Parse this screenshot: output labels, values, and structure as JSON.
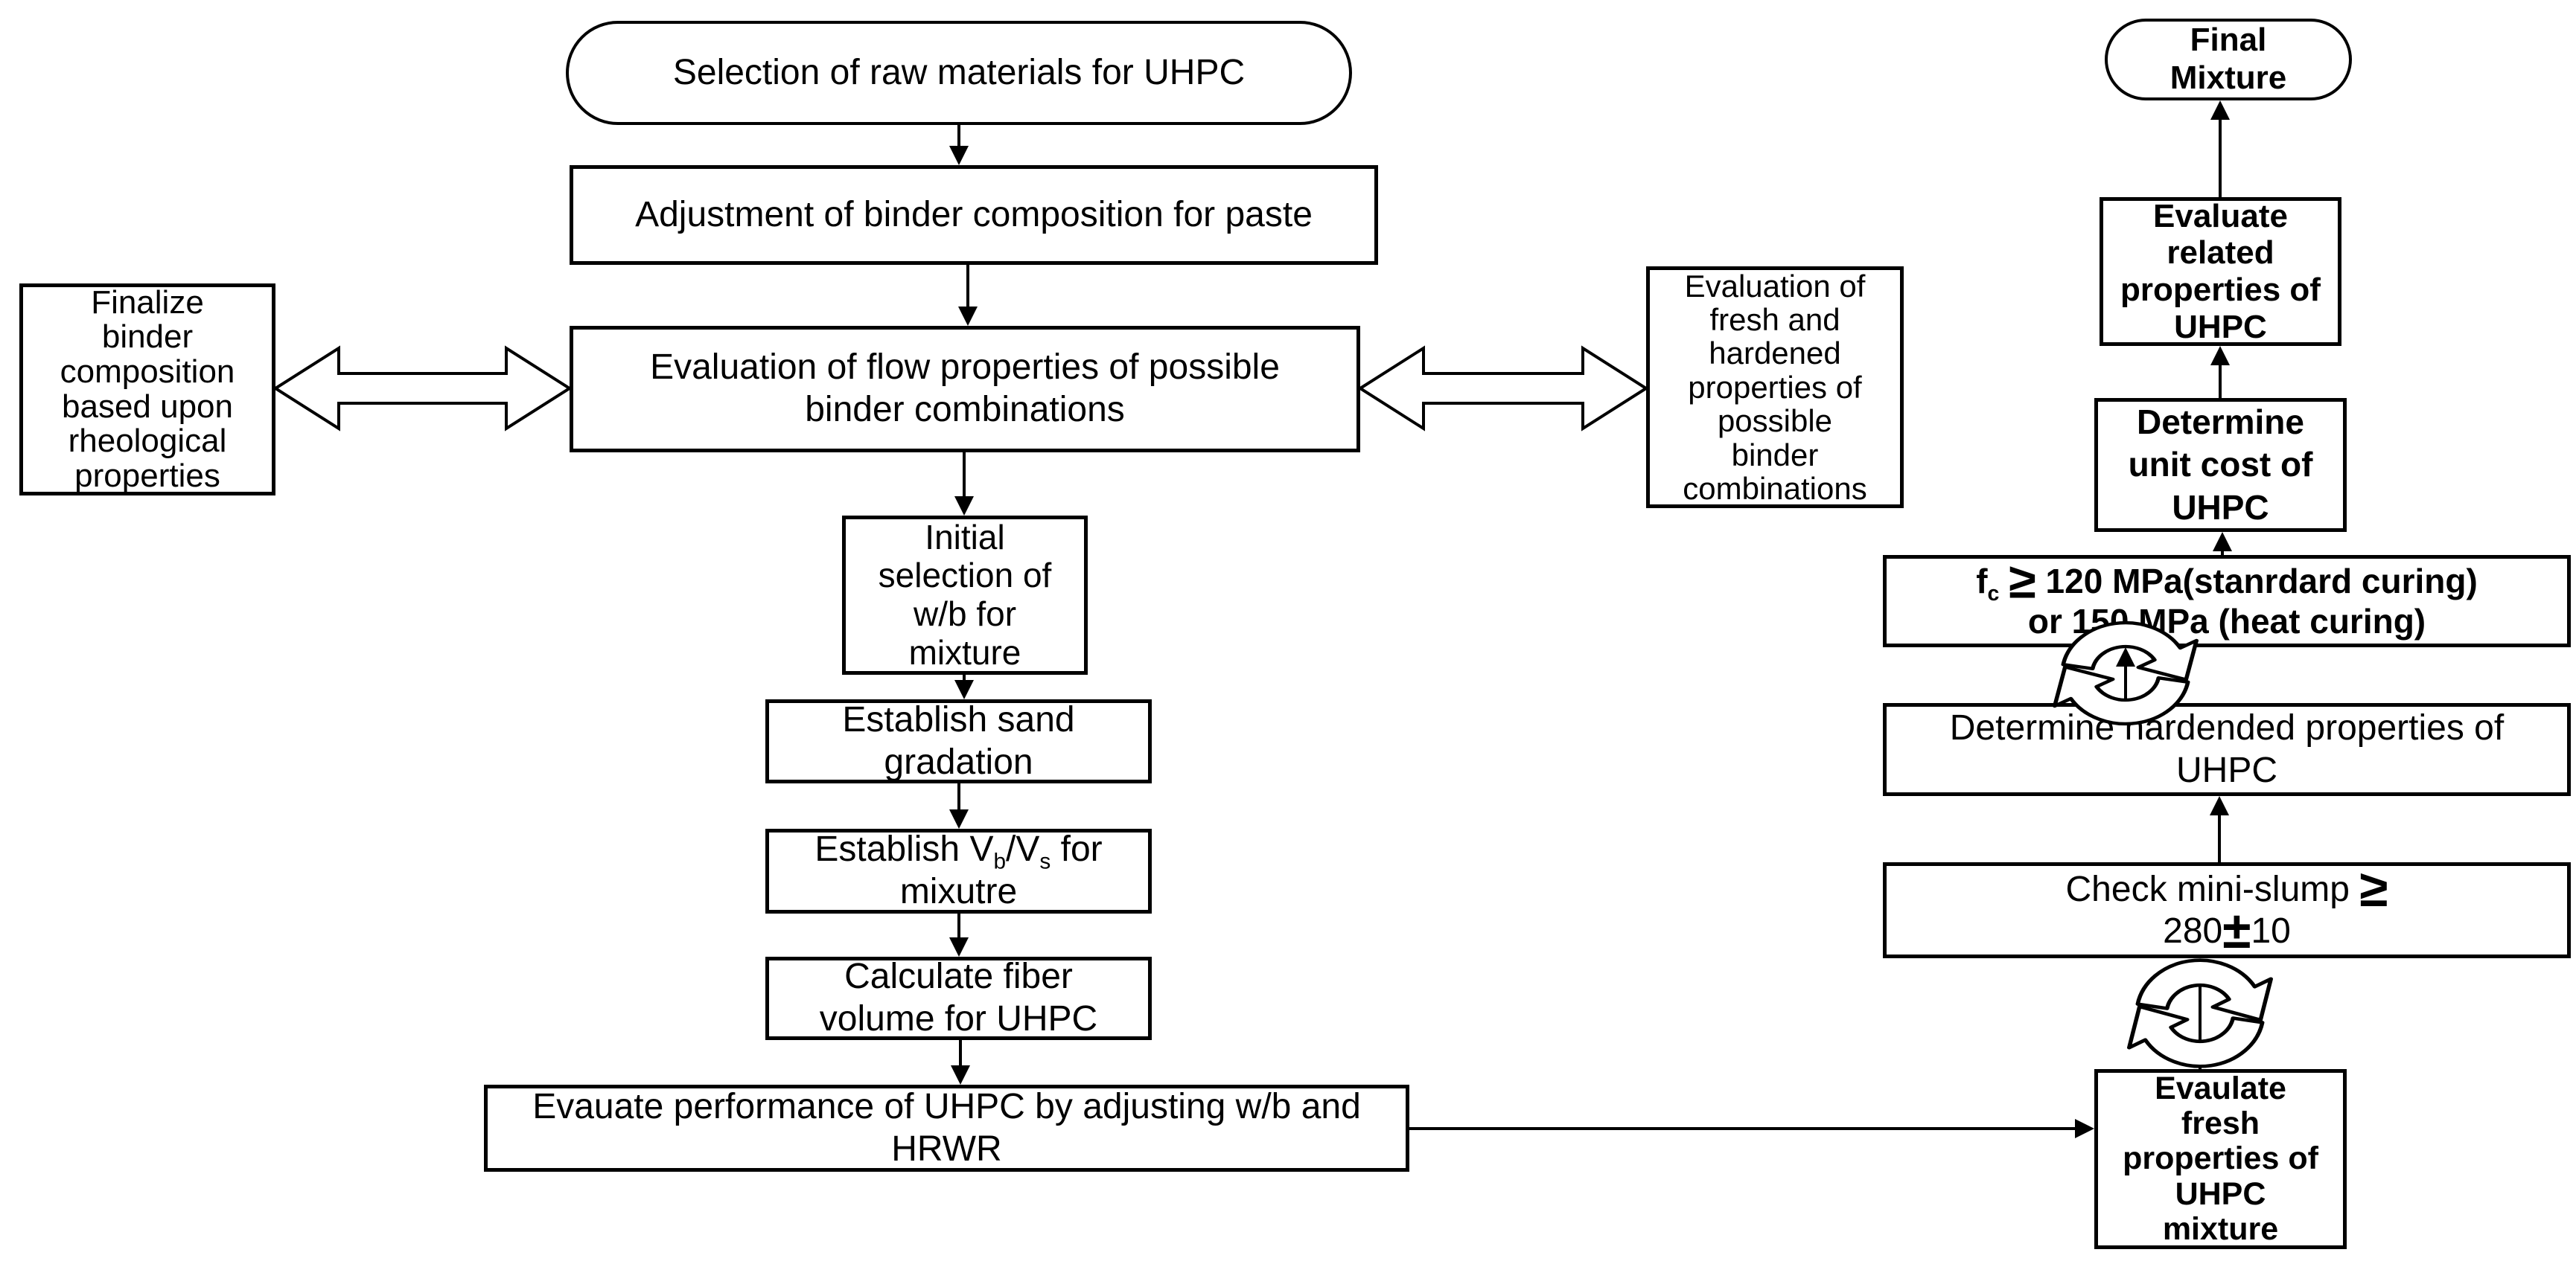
{
  "nodes": {
    "selection_raw": {
      "text": "Selection of raw materials for UHPC"
    },
    "adjustment": {
      "text": "Adjustment of binder composition for paste"
    },
    "flow_eval": {
      "text": "Evaluation of flow properties of possible\nbinder combinations"
    },
    "finalize_binder": {
      "text": "Finalize\nbinder\ncomposition\nbased upon\nrheological\nproperties"
    },
    "fresh_hardened": {
      "text": "Evaluation of\nfresh and\nhardened\nproperties of\npossible\nbinder\ncombinations"
    },
    "initial_wb": {
      "text": "Initial\nselection of\nw/b for\nmixture"
    },
    "sand_gradation": {
      "text": "Establish sand\ngradation"
    },
    "vb_vs": {
      "text": "Establish V_b/V_s for\nmixutre"
    },
    "fiber_volume": {
      "text": "Calculate fiber\nvolume for UHPC"
    },
    "performance": {
      "text": "Evauate performance of UHPC by adjusting w/b and\nHRWR"
    },
    "eval_fresh": {
      "text": "Evaulate\nfresh\nproperties of\nUHPC\nmixture"
    },
    "mini_slump": {
      "text": "Check mini-slump |≥|\n280|±|10"
    },
    "hardened_props": {
      "text": "Determine hardended properties of\nUHPC"
    },
    "fc_check": {
      "text": "f_c |≥| 120 MPa(stanrdard curing)\nor 150 MPa (heat curing)"
    },
    "unit_cost": {
      "text": "Determine\nunit cost of\nUHPC"
    },
    "related_props": {
      "text": "Evaluate\nrelated\nproperties of\nUHPC"
    },
    "final_mixture": {
      "text": "Final\nMixture"
    }
  },
  "colors": {
    "line": "#000000",
    "shape_fill": "#ffffff",
    "background": "#ffffff"
  }
}
